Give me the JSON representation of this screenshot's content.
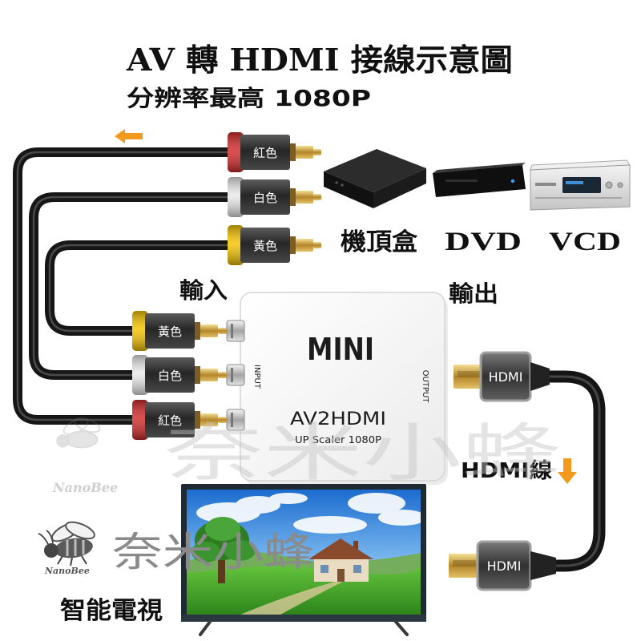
{
  "title": "AV 轉 HDMI 接線示意圖",
  "subtitle": "分辨率最高 1080P",
  "direction_arrow_icon": "arrow-left-icon",
  "source_plugs": [
    {
      "label": "紅色",
      "color": "#d12a2a"
    },
    {
      "label": "白色",
      "color": "#e9e9e9"
    },
    {
      "label": "黃色",
      "color": "#f4c300"
    }
  ],
  "devices": [
    {
      "label": "機頂盒",
      "icon": "set-top-box-icon"
    },
    {
      "label": "DVD",
      "icon": "dvd-player-icon"
    },
    {
      "label": "VCD",
      "icon": "vcd-player-icon"
    }
  ],
  "input_label": "輸入",
  "output_label": "輸出",
  "converter": {
    "badge": "MINI",
    "input_port": "INPUT",
    "output_port": "OUTPUT",
    "model": "AV2HDMI",
    "spec": "UP Scaler 1080P",
    "color": "#f8f8f8"
  },
  "input_plugs": [
    {
      "label": "黃色",
      "color": "#f4c300"
    },
    {
      "label": "白色",
      "color": "#e9e9e9"
    },
    {
      "label": "紅色",
      "color": "#d12a2a"
    }
  ],
  "hdmi_cable": {
    "connector_label_top": "HDMI",
    "connector_label_bottom": "HDMI",
    "label": "HDMI線",
    "arrow_icon": "arrow-down-icon"
  },
  "tv_label": "智能電視",
  "watermark": {
    "brand_cn": "奈米小蜂",
    "brand_en": "NanoBee"
  },
  "logo": {
    "brand_cn": "奈米小蜂",
    "brand_en": "NanoBee",
    "icon": "bee-icon"
  },
  "colors": {
    "accent": "#f39a1e",
    "cable": "#161616",
    "gold": "#c99b3c",
    "text": "#111111"
  }
}
